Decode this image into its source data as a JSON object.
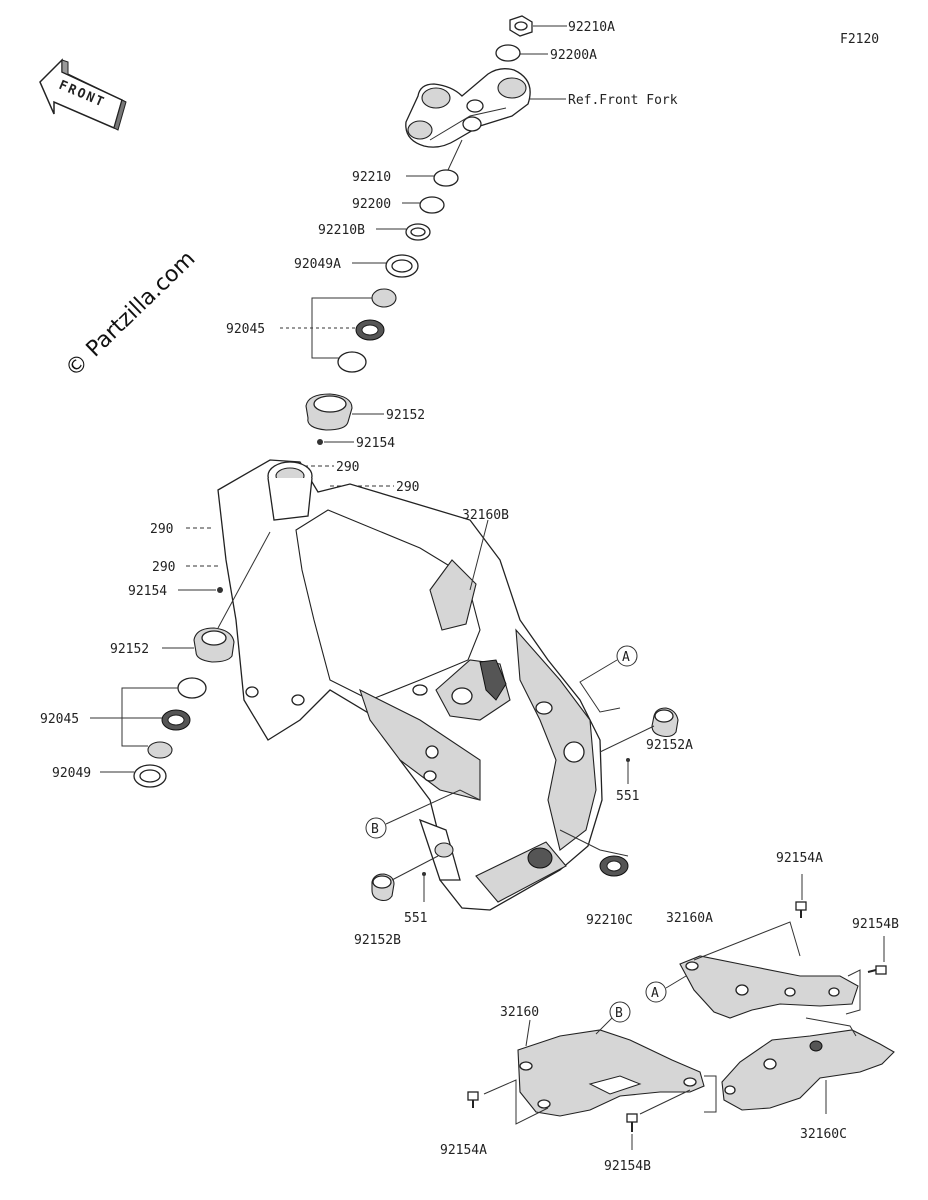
{
  "figure_code": "F2120",
  "watermark": "© Partzilla.com",
  "front_arrow_label": "FRONT",
  "callouts": {
    "A": "A",
    "B": "B"
  },
  "labels": {
    "n92210A": "92210A",
    "n92200A": "92200A",
    "ref_front_fork": "Ref.Front Fork",
    "n92210": "92210",
    "n92200": "92200",
    "n92210B": "92210B",
    "n92049A": "92049A",
    "n92045_top": "92045",
    "n92152_top": "92152",
    "n92154_top": "92154",
    "n290_a": "290",
    "n290_b": "290",
    "n290_c": "290",
    "n290_d": "290",
    "n92154_left": "92154",
    "n32160B": "32160B",
    "n92152_left": "92152",
    "n92045_bottom": "92045",
    "n92049": "92049",
    "n92152A": "92152A",
    "n551_right": "551",
    "n551_bottom": "551",
    "n92152B": "92152B",
    "n92210C": "92210C",
    "n92154A_right": "92154A",
    "n32160A": "32160A",
    "n92154B_right": "92154B",
    "n32160": "32160",
    "n92154A_bottom": "92154A",
    "n92154B_bottom": "92154B",
    "n32160C": "32160C"
  }
}
